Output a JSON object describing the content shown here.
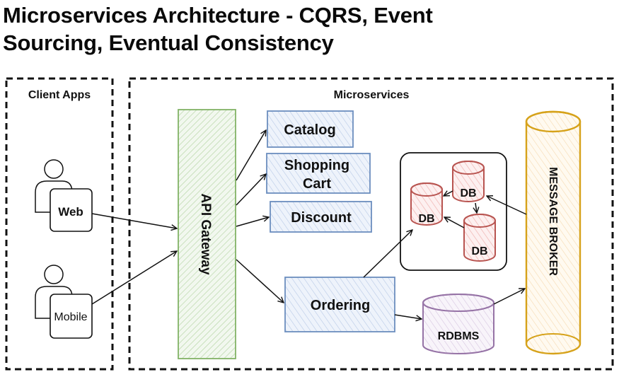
{
  "title": {
    "line1": "Microservices Architecture - CQRS, Event",
    "line2": "Sourcing, Eventual Consistency"
  },
  "groups": {
    "client_apps": "Client Apps",
    "microservices": "Microservices"
  },
  "clients": [
    {
      "label": "Web"
    },
    {
      "label": "Mobile"
    }
  ],
  "gateway": {
    "label": "API Gateway"
  },
  "services": {
    "catalog": "Catalog",
    "shopping_cart_line1": "Shopping",
    "shopping_cart_line2": "Cart",
    "discount": "Discount",
    "ordering": "Ordering"
  },
  "databases": {
    "db1": "DB",
    "db2": "DB",
    "db3": "DB",
    "rdbms": "RDBMS"
  },
  "broker": {
    "label": "MESSAGE BROKER"
  },
  "colors": {
    "gateway": "#82b366",
    "service": "#6c8ebf",
    "db": "#b85450",
    "rdbms": "#9673a6",
    "broker": "#d6a21a"
  }
}
